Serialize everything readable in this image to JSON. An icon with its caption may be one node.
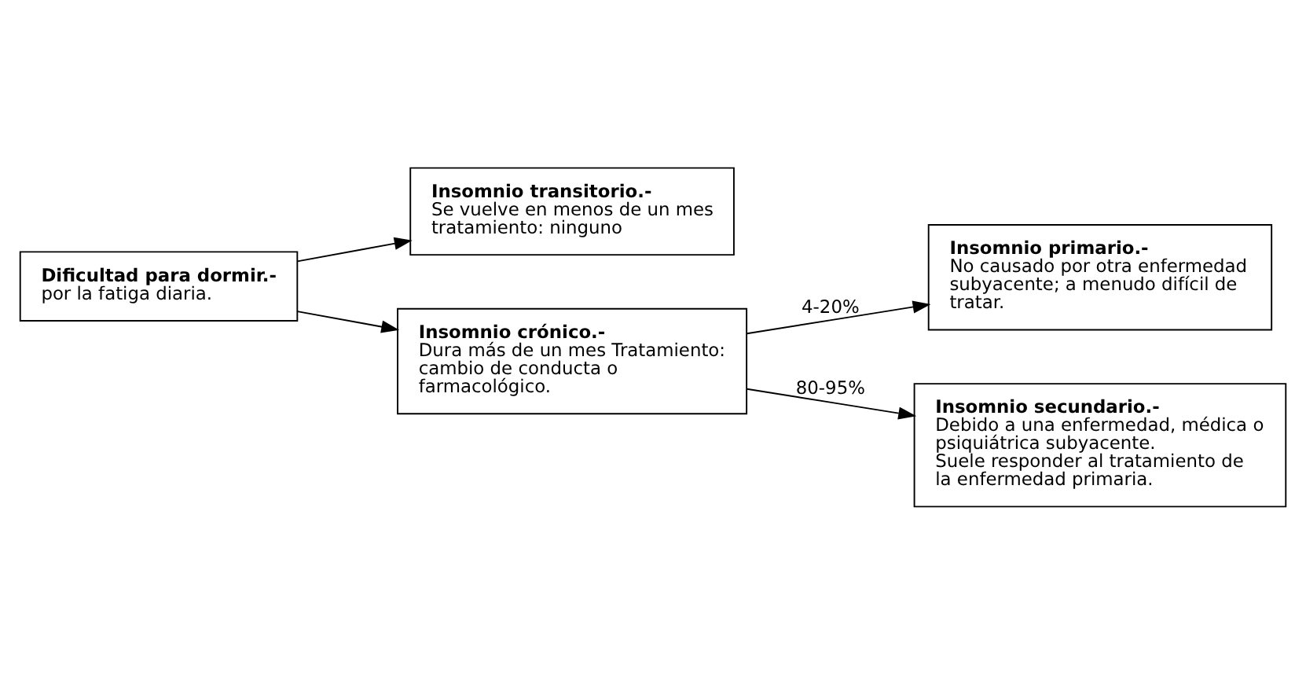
{
  "diagram": {
    "nodes": [
      {
        "text": [
          "Insomnio transitorio.-",
          "Se vuelve en menos de un mes tratamiento: ninguno"
        ]
      },
      {
        "text": [
          "Dificultad para dormir.-",
          "por la fatiga diaria."
        ]
      },
      {
        "text": [
          "Insomnio crónico.-",
          "Dura más de un mes Tratamiento: cambio de conducta o farmacológico."
        ]
      },
      {
        "text": [
          "Insomnio primario.-",
          "No causado por otra enfermedad subyacente; a menudo difícil de tratar."
        ]
      },
      {
        "text": [
          "Insomnio secundario.-",
          "Debido a una enfermedad, médica o psiquiátrica subyacente.",
          "Suele responder al tratamiento de la enfermedad primaria."
        ]
      }
    ],
    "edges": [
      {
        "from": 1,
        "to": 0,
        "arrow": "to"
      },
      {
        "from": 1,
        "to": 2,
        "arrow": "to"
      },
      {
        "from": 2,
        "to": 3,
        "arrow": "to",
        "label": "4-20%"
      },
      {
        "from": 2,
        "to": 4,
        "arrow": "to",
        "label": "80-95%"
      }
    ]
  }
}
